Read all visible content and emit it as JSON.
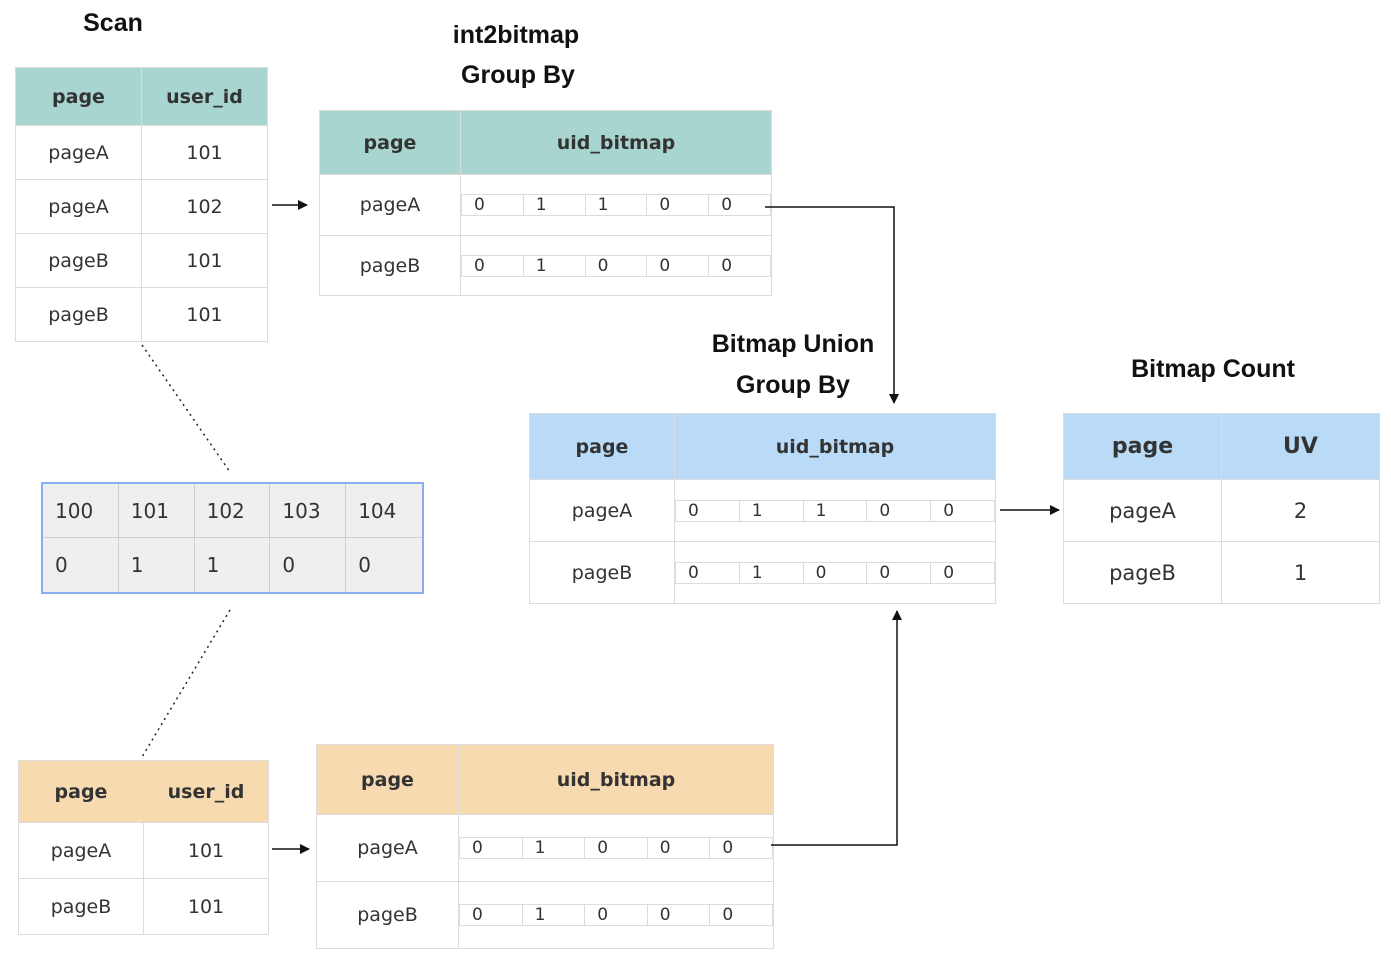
{
  "titles": {
    "scan": "Scan",
    "int2bitmap_1": "int2bitmap",
    "int2bitmap_2": "Group By",
    "union_1": "Bitmap Union",
    "union_2": "Group By",
    "count": "Bitmap Count"
  },
  "scan_top": {
    "headers": [
      "page",
      "user_id"
    ],
    "rows": [
      [
        "pageA",
        "101"
      ],
      [
        "pageA",
        "102"
      ],
      [
        "pageB",
        "101"
      ],
      [
        "pageB",
        "101"
      ]
    ]
  },
  "bitmap_top": {
    "headers": [
      "page",
      "uid_bitmap"
    ],
    "rows": [
      {
        "page": "pageA",
        "bits": [
          "0",
          "1",
          "1",
          "0",
          "0"
        ]
      },
      {
        "page": "pageB",
        "bits": [
          "0",
          "1",
          "0",
          "0",
          "0"
        ]
      }
    ]
  },
  "mapping": {
    "ids": [
      "100",
      "101",
      "102",
      "103",
      "104"
    ],
    "bits": [
      "0",
      "1",
      "1",
      "0",
      "0"
    ]
  },
  "scan_bottom": {
    "headers": [
      "page",
      "user_id"
    ],
    "rows": [
      [
        "pageA",
        "101"
      ],
      [
        "pageB",
        "101"
      ]
    ]
  },
  "bitmap_bottom": {
    "headers": [
      "page",
      "uid_bitmap"
    ],
    "rows": [
      {
        "page": "pageA",
        "bits": [
          "0",
          "1",
          "0",
          "0",
          "0"
        ]
      },
      {
        "page": "pageB",
        "bits": [
          "0",
          "1",
          "0",
          "0",
          "0"
        ]
      }
    ]
  },
  "union": {
    "headers": [
      "page",
      "uid_bitmap"
    ],
    "rows": [
      {
        "page": "pageA",
        "bits": [
          "0",
          "1",
          "1",
          "0",
          "0"
        ]
      },
      {
        "page": "pageB",
        "bits": [
          "0",
          "1",
          "0",
          "0",
          "0"
        ]
      }
    ]
  },
  "count": {
    "headers": [
      "page",
      "UV"
    ],
    "rows": [
      [
        "pageA",
        "2"
      ],
      [
        "pageB",
        "1"
      ]
    ]
  },
  "colors": {
    "green_header": "#a8d5cf",
    "blue_header": "#b9dbf8",
    "orange_header": "#f7dab0",
    "mapping_border": "#88aef0"
  }
}
